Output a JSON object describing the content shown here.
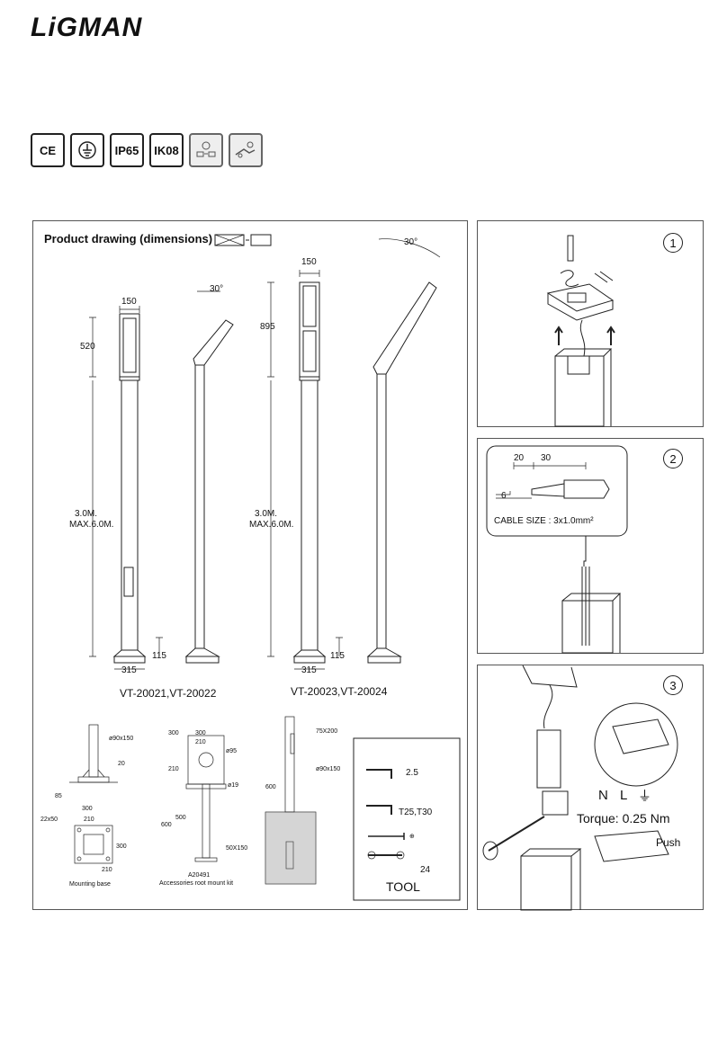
{
  "brand": "LiGMAN",
  "certifications": [
    "CE",
    "earth-symbol",
    "IP65",
    "IK08",
    "install-icon-1",
    "install-icon-2"
  ],
  "product_drawing": {
    "title": "Product drawing (dimensions)",
    "dims": {
      "w150_a": "150",
      "h520": "520",
      "h_pole_a": "3.0M.",
      "h_max_a": "MAX.6.0M.",
      "h115_a": "115",
      "w315_a": "315",
      "angle_a": "30°",
      "w150_b": "150",
      "h895": "895",
      "h_pole_b": "3.0M.",
      "h_max_b": "MAX.6.0M.",
      "h115_b": "115",
      "w315_b": "315",
      "angle_b": "30°"
    },
    "models_a": "VT-20021,VT-20022",
    "models_b": "VT-20023,VT-20024"
  },
  "mounting_base": {
    "d90": "ø90x150",
    "h20": "20",
    "h85": "85",
    "w300": "300",
    "w210": "210",
    "s22": "22x50",
    "h300": "300",
    "h210": "210",
    "caption": "Mounting base"
  },
  "root_kit": {
    "w300a": "300",
    "w300b": "300",
    "w210": "210",
    "d95": "ø95",
    "h210": "210",
    "d19": "ø19",
    "h600": "600",
    "h500": "500",
    "s50": "50X150",
    "code": "A20491",
    "caption": "Accessories root mount kit"
  },
  "concrete": {
    "s75": "75X200",
    "d90": "ø90x150",
    "h600": "600"
  },
  "tool": {
    "hex": "2.5",
    "torx": "T25,T30",
    "wrench": "24",
    "label": "TOOL"
  },
  "step1": {
    "num": "1"
  },
  "step2": {
    "num": "2",
    "d20": "20",
    "d30": "30",
    "d6": "6",
    "cable": "CABLE SIZE : 3x1.0mm²"
  },
  "step3": {
    "num": "3",
    "n": "N",
    "l": "L",
    "torque": "Torque: 0.25 Nm",
    "push": "Push"
  }
}
